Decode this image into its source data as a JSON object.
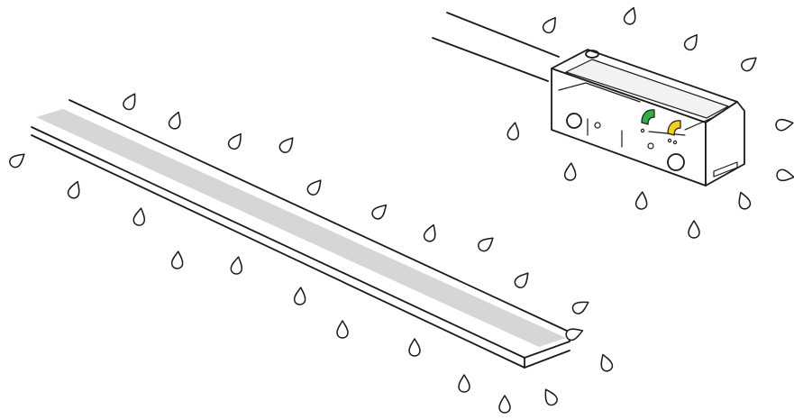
{
  "illustration": {
    "subject": "waterproof-encoder-and-magnetic-scale",
    "colors": {
      "background": "#ffffff",
      "line": "#1a1a1a",
      "scale_stripe": "#d6d6d6",
      "housing_fill": "#ffffff",
      "housing_shade": "#f2f2f2",
      "led_green": "#2fae4a",
      "led_yellow": "#f2cf1f"
    },
    "icons": [
      "water-drop-icon",
      "cable",
      "sensor-housing",
      "magnetic-scale-tape",
      "status-led-green",
      "status-led-yellow"
    ]
  }
}
